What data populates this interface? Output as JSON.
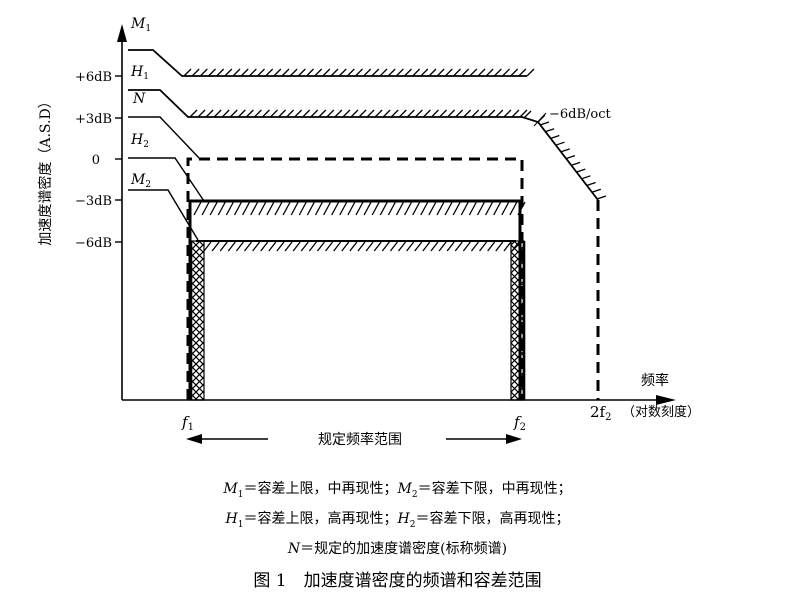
{
  "y_axis": {
    "title": "加速度谱密度（A.S.D）",
    "ticks": [
      "+6dB",
      "+3dB",
      "0",
      "−3dB",
      "−6dB"
    ]
  },
  "x_axis": {
    "title": "频率",
    "scale_note": "（对数刻度）",
    "range_label": "规定频率范围",
    "f1": "f",
    "f1_sub": "1",
    "f2": "f",
    "f2_sub": "2",
    "two_f2": "2f",
    "two_f2_sub": "2"
  },
  "curves": {
    "M1": {
      "letter": "M",
      "sub": "1"
    },
    "H1": {
      "letter": "H",
      "sub": "1"
    },
    "N": {
      "letter": "N"
    },
    "H2": {
      "letter": "H",
      "sub": "2"
    },
    "M2": {
      "letter": "M",
      "sub": "2"
    }
  },
  "slope_label": "−6dB/oct",
  "legend": {
    "line1": {
      "a_letter": "M",
      "a_sub": "1",
      "a_text": "＝容差上限，中再现性；",
      "b_letter": "M",
      "b_sub": "2",
      "b_text": "＝容差下限，中再现性；"
    },
    "line2": {
      "a_letter": "H",
      "a_sub": "1",
      "a_text": "＝容差上限，高再现性；",
      "b_letter": "H",
      "b_sub": "2",
      "b_text": "＝容差下限，高再现性；"
    },
    "line3": {
      "letter": "N",
      "text": "＝规定的加速度谱密度(标称频谱)"
    }
  },
  "caption": "图 1　加速度谱密度的频谱和容差范围"
}
